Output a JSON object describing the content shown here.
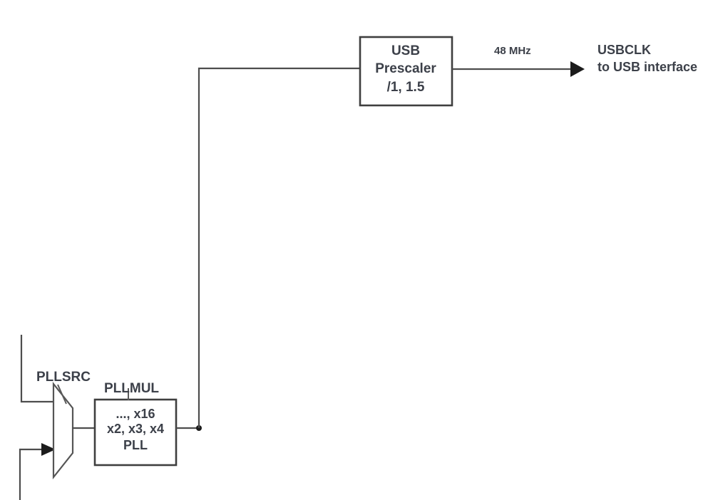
{
  "diagram": {
    "title": "USB clock path block diagram",
    "background_color": "#ffffff",
    "line_color": "#4d4d4d",
    "text_color": "#3c4049",
    "blocks": {
      "usb_prescaler": {
        "line1": "USB",
        "line2": "Prescaler",
        "line3": "/1, 1.5"
      },
      "pll": {
        "line1": "..., x16",
        "line2": "x2, x3, x4",
        "line3": "PLL"
      }
    },
    "labels": {
      "pllsrc": "PLLSRC",
      "pllmul": "PLLMUL",
      "freq_48mhz": "48 MHz",
      "usbclk": "USBCLK",
      "usbclk_sub": "to USB interface"
    }
  }
}
